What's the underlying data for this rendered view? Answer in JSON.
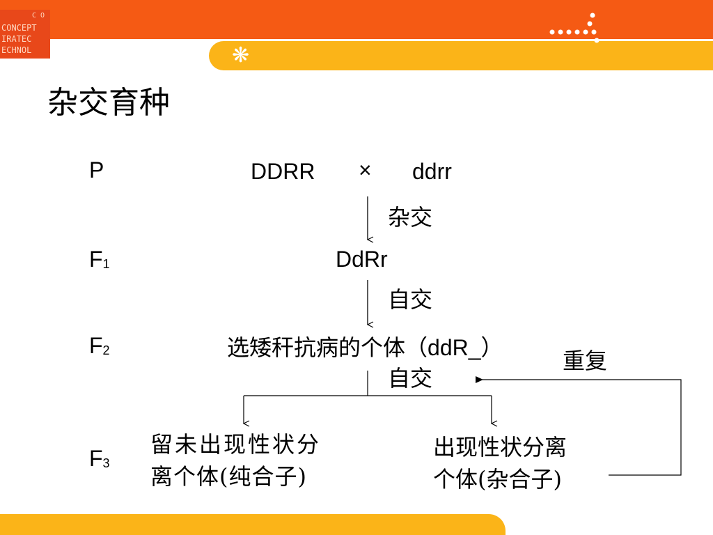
{
  "header": {
    "logo_lines": [
      "CONCEPT",
      "IRATEC",
      "ECHNOL"
    ],
    "logo_small": "C O",
    "colors": {
      "band": "#f55a14",
      "pill": "#fbb418",
      "footer": "#fbb418"
    }
  },
  "title": "杂交育种",
  "generations": {
    "p": {
      "base": "P",
      "sub": ""
    },
    "f1": {
      "base": "F",
      "sub": "1"
    },
    "f2": {
      "base": "F",
      "sub": "2"
    },
    "f3": {
      "base": "F",
      "sub": "3"
    }
  },
  "cross": {
    "parent_a": "DDRR",
    "times": "×",
    "parent_b": "ddrr",
    "step1_label": "杂交",
    "f1_genotype": "DdRr",
    "step2_label": "自交",
    "f2_select_prefix": "选矮秆抗病的个体（",
    "f2_select_geno": "ddR_",
    "f2_select_suffix": "）",
    "repeat_label": "重复",
    "step3_label": "自交",
    "f3_left_line1": "留未出现性状分",
    "f3_left_line2": "离个体(纯合子)",
    "f3_right_line1": "出现性状分离",
    "f3_right_line2": "个体(杂合子)"
  }
}
